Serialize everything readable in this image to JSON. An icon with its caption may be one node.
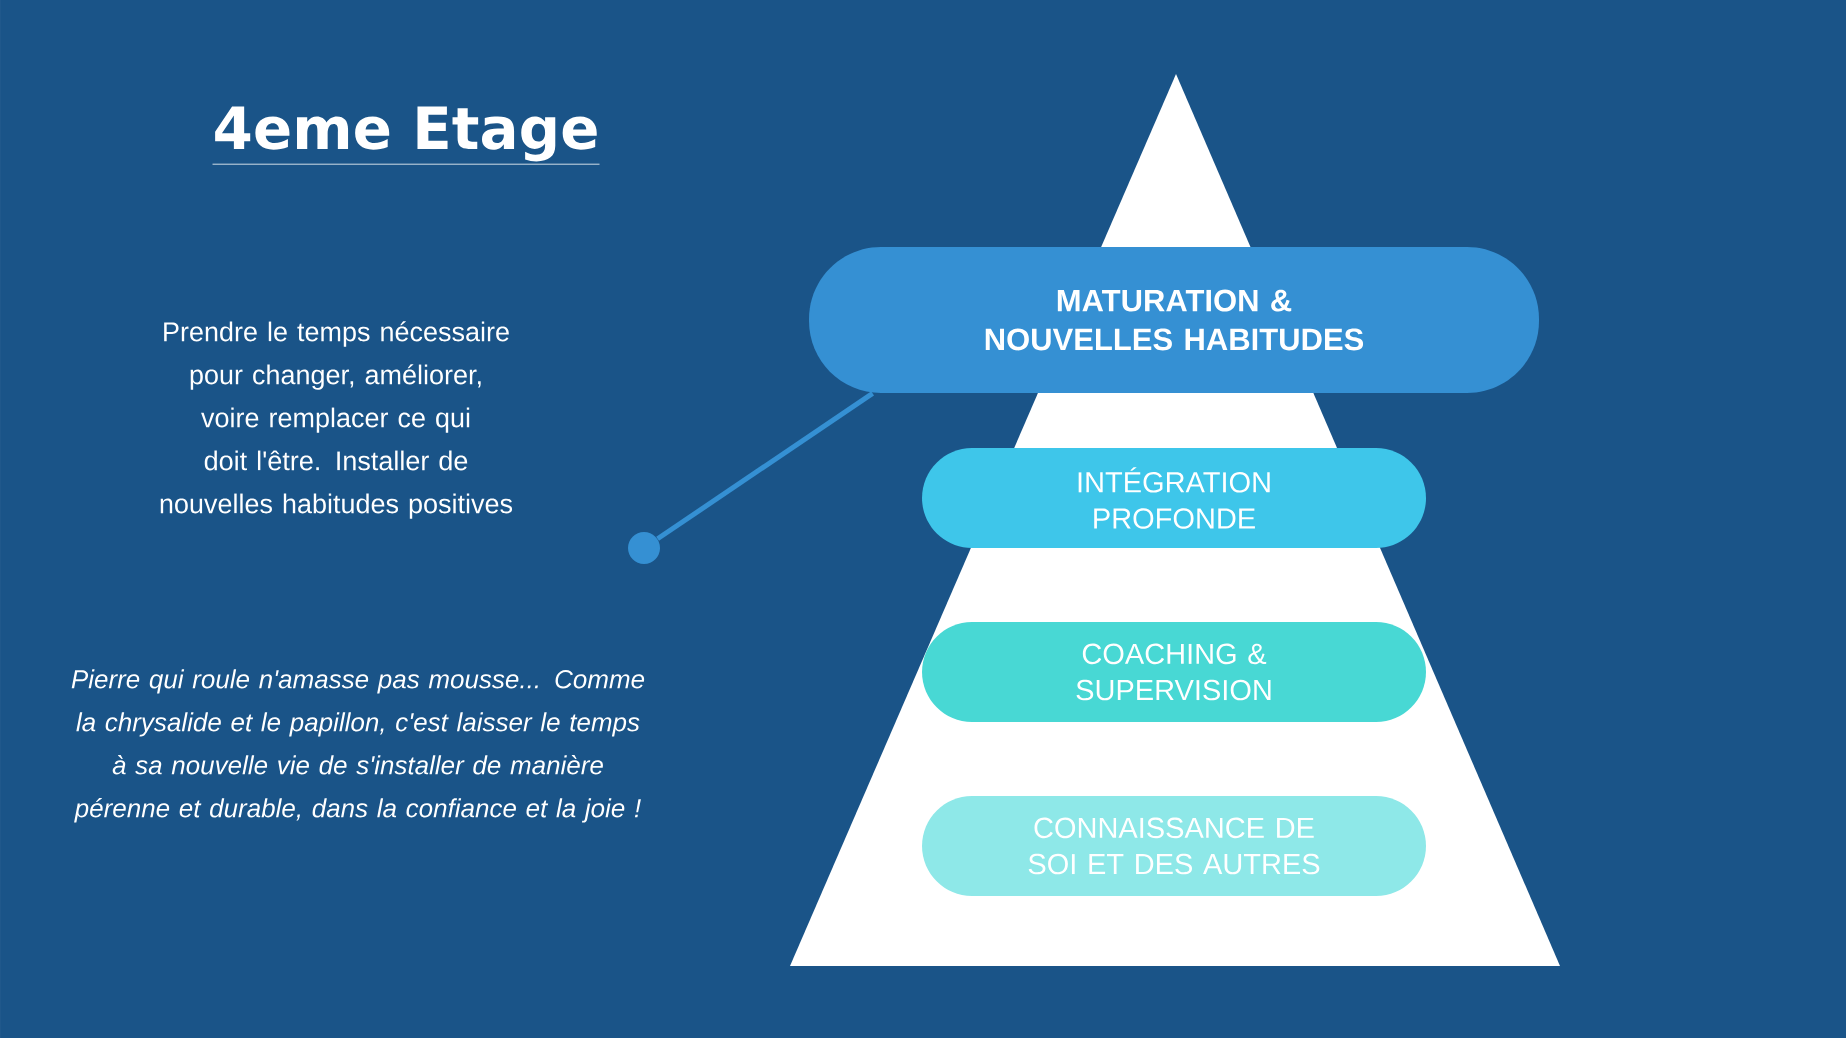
{
  "diagram": {
    "title": "4eme Etage",
    "nodes": [
      {
        "text": [
          "MATURATION & NOUVELLES HABITUDES"
        ]
      },
      {
        "text": [
          "INTÉGRATION PROFONDE"
        ]
      },
      {
        "text": [
          "COACHING & SUPERVISION"
        ]
      },
      {
        "text": [
          "CONNAISSANCE DE SOI ET DES AUTRES"
        ]
      },
      {
        "text": [],
        "shape": "circle"
      }
    ],
    "edges": [
      {
        "from": 4,
        "to": 0,
        "arrow": "none"
      }
    ],
    "labels": [
      "Prendre le temps nécessaire pour changer, améliorer, voire remplacer ce qui doit l'être. Installer de nouvelles habitudes positives",
      "Pierre qui roule n'amasse pas mousse... Comme la chrysalide et le papillon, c'est laisser le temps à sa nouvelle vie de s'installer de manière pérenne et durable, dans la confiance et la joie !"
    ]
  }
}
